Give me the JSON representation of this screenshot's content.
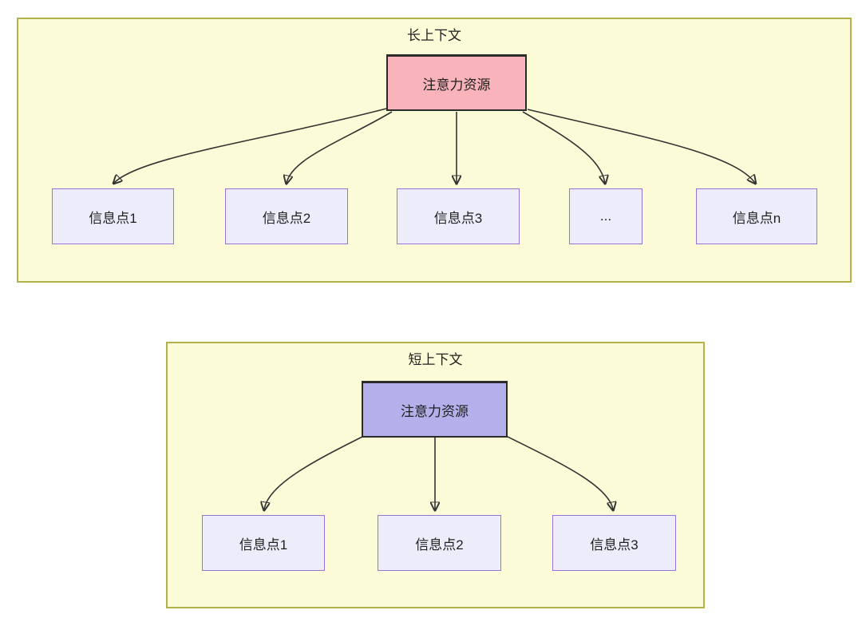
{
  "long_context": {
    "title": "长上下文",
    "attention_label": "注意力资源",
    "nodes": [
      "信息点1",
      "信息点2",
      "信息点3",
      "...",
      "信息点n"
    ]
  },
  "short_context": {
    "title": "短上下文",
    "attention_label": "注意力资源",
    "nodes": [
      "信息点1",
      "信息点2",
      "信息点3"
    ]
  },
  "colors": {
    "container_fill": "#fbfbd8",
    "container_border": "#b2b24c",
    "attention_long_fill": "#f9b3ba",
    "attention_short_fill": "#b3b0ec",
    "attention_border": "#2b2b2b",
    "info_node_fill": "#ececfb",
    "info_node_border": "#9673d9",
    "arrow_color": "#333333",
    "text_color": "#1f1f1f"
  }
}
